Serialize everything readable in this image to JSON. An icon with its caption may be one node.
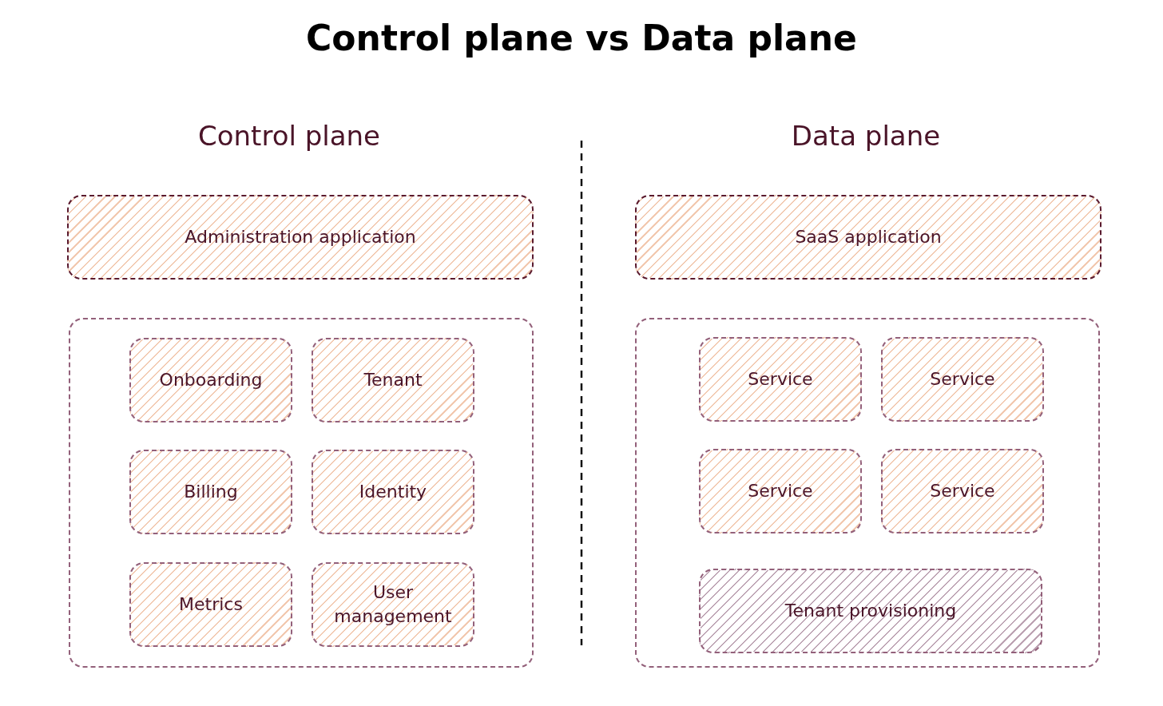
{
  "diagram": {
    "title": "Control plane vs Data plane",
    "nodes": [
      {
        "text": [
          "Administration application"
        ]
      },
      {
        "text": [],
        "shape": "box"
      },
      {
        "text": [
          "Onboarding"
        ],
        "in": 1
      },
      {
        "text": [
          "Tenant"
        ],
        "in": 1
      },
      {
        "text": [
          "Billing"
        ],
        "in": 1
      },
      {
        "text": [
          "Identity"
        ],
        "in": 1
      },
      {
        "text": [
          "Metrics"
        ],
        "in": 1
      },
      {
        "text": [
          "User management"
        ],
        "in": 1
      },
      {
        "text": [
          "SaaS application"
        ]
      },
      {
        "text": [],
        "shape": "box"
      },
      {
        "text": [
          "Service"
        ],
        "in": 9
      },
      {
        "text": [
          "Service"
        ],
        "in": 9
      },
      {
        "text": [
          "Service"
        ],
        "in": 9
      },
      {
        "text": [
          "Service"
        ],
        "in": 9
      },
      {
        "text": [
          "Tenant provisioning"
        ],
        "in": 9
      }
    ],
    "labels": [
      "Control plane",
      "Data plane"
    ]
  }
}
